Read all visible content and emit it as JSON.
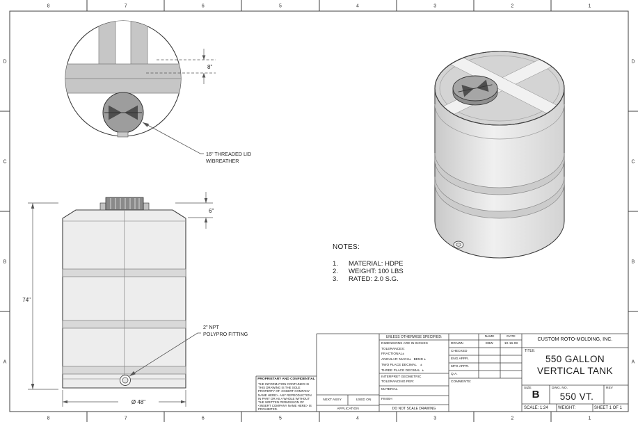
{
  "zones": {
    "columns": [
      "8",
      "7",
      "6",
      "5",
      "4",
      "3",
      "2",
      "1"
    ],
    "rows": [
      "D",
      "C",
      "B",
      "A"
    ]
  },
  "top_view": {
    "dim_lid_offset": "8\"",
    "callout_line1": "16\" THREADED LID",
    "callout_line2": "W/BREATHER"
  },
  "front_view": {
    "dim_height": "74\"",
    "dim_top": "6\"",
    "dim_diameter": "Ø 48\"",
    "callout_line1": "2\" NPT",
    "callout_line2": "POLYPRO FITTING"
  },
  "notes": {
    "heading": "NOTES:",
    "items": [
      {
        "num": "1.",
        "text": "MATERIAL: HDPE"
      },
      {
        "num": "2.",
        "text": "WEIGHT: 100 LBS"
      },
      {
        "num": "3.",
        "text": "RATED: 2.0 S.G."
      }
    ]
  },
  "title_block": {
    "proprietary_heading": "PROPRIETARY AND CONFIDENTIAL",
    "proprietary_body": "THE INFORMATION CONTAINED IN THIS DRAWING IS THE SOLE PROPERTY OF <INSERT COMPANY NAME HERE>. ANY REPRODUCTION IN PART OR AS A WHOLE WITHOUT THE WRITTEN PERMISSION OF <INSERT COMPANY NAME HERE> IS PROHIBITED.",
    "tolerances": {
      "header": "UNLESS OTHERWISE SPECIFIED:",
      "lines": [
        "DIMENSIONS ARE IN INCHES",
        "TOLERANCES:",
        "FRACTIONAL±",
        "ANGULAR: MACH±   BEND ±",
        "TWO PLACE DECIMAL    ±",
        "THREE PLACE DECIMAL  ±"
      ],
      "interpret_line1": "INTERPRET GEOMETRIC",
      "interpret_line2": "TOLERANCING PER:",
      "material": "MATERIAL",
      "finish": "FINISH",
      "do_not_scale": "DO NOT SCALE DRAWING"
    },
    "application": {
      "next_assy": "NEXT ASSY",
      "used_on": "USED ON",
      "application": "APPLICATION"
    },
    "approvals": {
      "name_header": "NAME",
      "date_header": "DATE",
      "rows": [
        {
          "label": "DRAWN",
          "name": "EBW",
          "date": "10-16-08"
        },
        {
          "label": "CHECKED",
          "name": "",
          "date": ""
        },
        {
          "label": "ENG APPR.",
          "name": "",
          "date": ""
        },
        {
          "label": "MFG APPR.",
          "name": "",
          "date": ""
        },
        {
          "label": "Q.A.",
          "name": "",
          "date": ""
        },
        {
          "label": "COMMENTS:",
          "name": "",
          "date": ""
        }
      ]
    },
    "company": "CUSTOM ROTO-MOLDING, INC.",
    "title_label": "TITLE:",
    "title_line1": "550 GALLON",
    "title_line2": "VERTICAL TANK",
    "size_label": "SIZE",
    "size_value": "B",
    "dwg_label": "DWG. NO.",
    "dwg_value": "550 VT.",
    "rev_label": "REV",
    "scale_value": "SCALE: 1:24",
    "weight_label": "WEIGHT:",
    "sheet_value": "SHEET 1 OF 1"
  }
}
